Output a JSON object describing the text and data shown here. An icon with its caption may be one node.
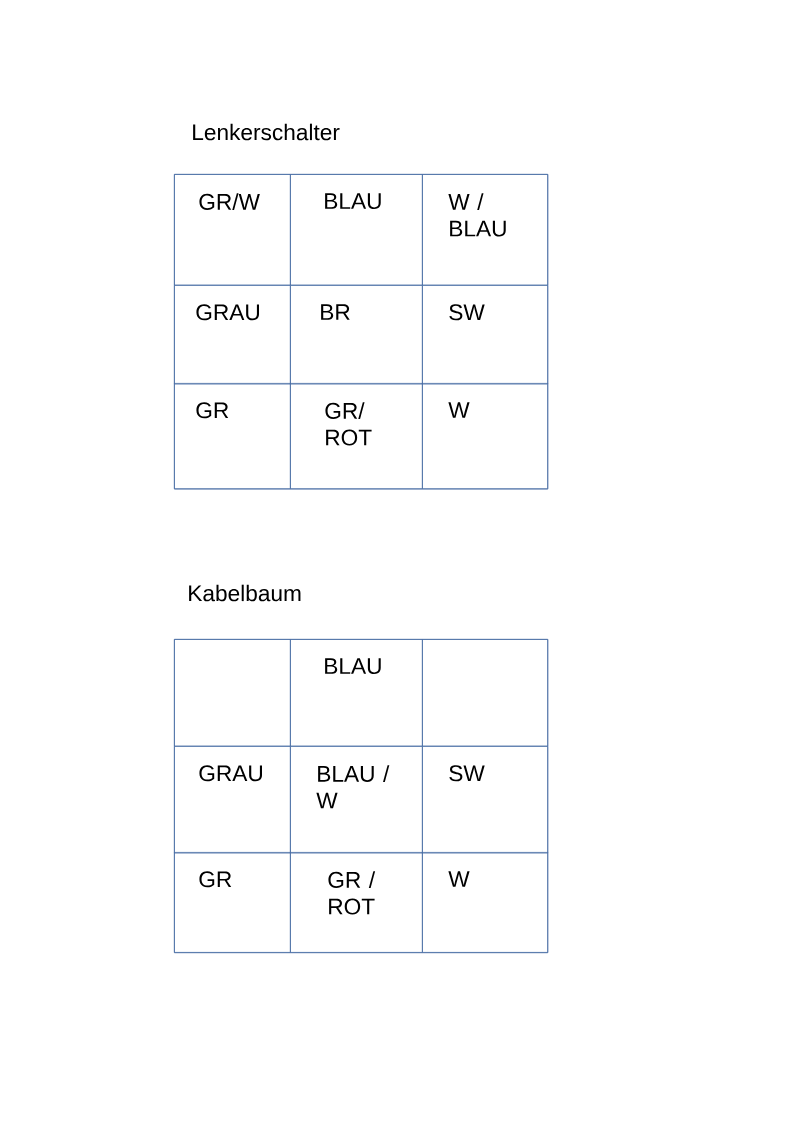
{
  "diagram": {
    "nodes": [
      {
        "text": [
          "Lenkerschalter"
        ]
      },
      {
        "text": [
          "GR/W"
        ],
        "in": 0
      },
      {
        "text": [
          "BLAU"
        ],
        "in": 0
      },
      {
        "text": [
          "W / BLAU"
        ],
        "in": 0
      },
      {
        "text": [
          "GRAU"
        ],
        "in": 0
      },
      {
        "text": [
          "BR"
        ],
        "in": 0
      },
      {
        "text": [
          "SW"
        ],
        "in": 0
      },
      {
        "text": [
          "GR"
        ],
        "in": 0
      },
      {
        "text": [
          "GR/ ROT"
        ],
        "in": 0
      },
      {
        "text": [
          "W"
        ],
        "in": 0
      },
      {
        "text": [
          "Kabelbaum"
        ]
      },
      {
        "text": [],
        "shape": "box",
        "in": 10
      },
      {
        "text": [
          "BLAU"
        ],
        "in": 10
      },
      {
        "text": [],
        "shape": "box",
        "in": 10
      },
      {
        "text": [
          "GRAU"
        ],
        "in": 10
      },
      {
        "text": [
          "BLAU / W"
        ],
        "in": 10
      },
      {
        "text": [
          "SW"
        ],
        "in": 10
      },
      {
        "text": [
          "GR"
        ],
        "in": 10
      },
      {
        "text": [
          "GR / ROT"
        ],
        "in": 10
      },
      {
        "text": [
          "W"
        ],
        "in": 10
      }
    ]
  }
}
